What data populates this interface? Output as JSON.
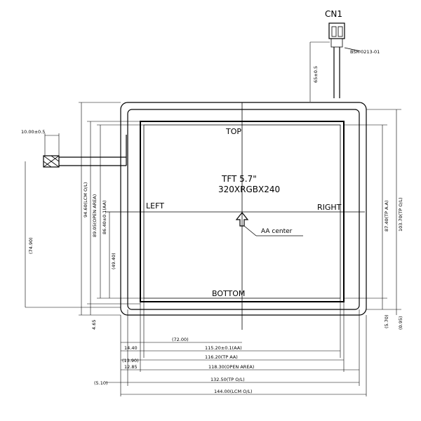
{
  "connector": {
    "name": "CN1",
    "part": "BSR-0213-01",
    "lead_length": "65±0.5"
  },
  "labels": {
    "top": "TOP",
    "bottom": "BOTTOM",
    "left": "LEFT",
    "right": "RIGHT",
    "tft_size": "TFT 5.7\"",
    "resolution": "320XRGBX240",
    "aa_center": "AA center"
  },
  "dimensions": {
    "tail_width": "10.00±0.5",
    "tail_offset": "(74.90)",
    "lcm_height": "94.60(LCM O/L)",
    "open_area_height": "89.05(OPEN AREA)",
    "aa_height": "86.40±0.1(AA)",
    "half_height": "(49.40)",
    "bottom_margin": "4.65",
    "tp_ol_height": "103.70(TP O/L)",
    "tp_aa_height": "87.40(TP A.A)",
    "right_margin_a": "(5.70)",
    "right_margin_b": "(0.95)",
    "half_width": "(72.00)",
    "left_aa_offset": "14.40",
    "left_tp_aa_offset": "(13.90)",
    "left_open_offset": "12.85",
    "left_tp_offset": "(5.10)",
    "aa_width": "115.20±0.1(AA)",
    "tp_aa_width": "116.20(TP AA)",
    "open_area_width": "118.30(OPEN AREA)",
    "tp_ol_width": "132.50(TP O/L)",
    "lcm_width": "144.00(LCM O/L)"
  }
}
